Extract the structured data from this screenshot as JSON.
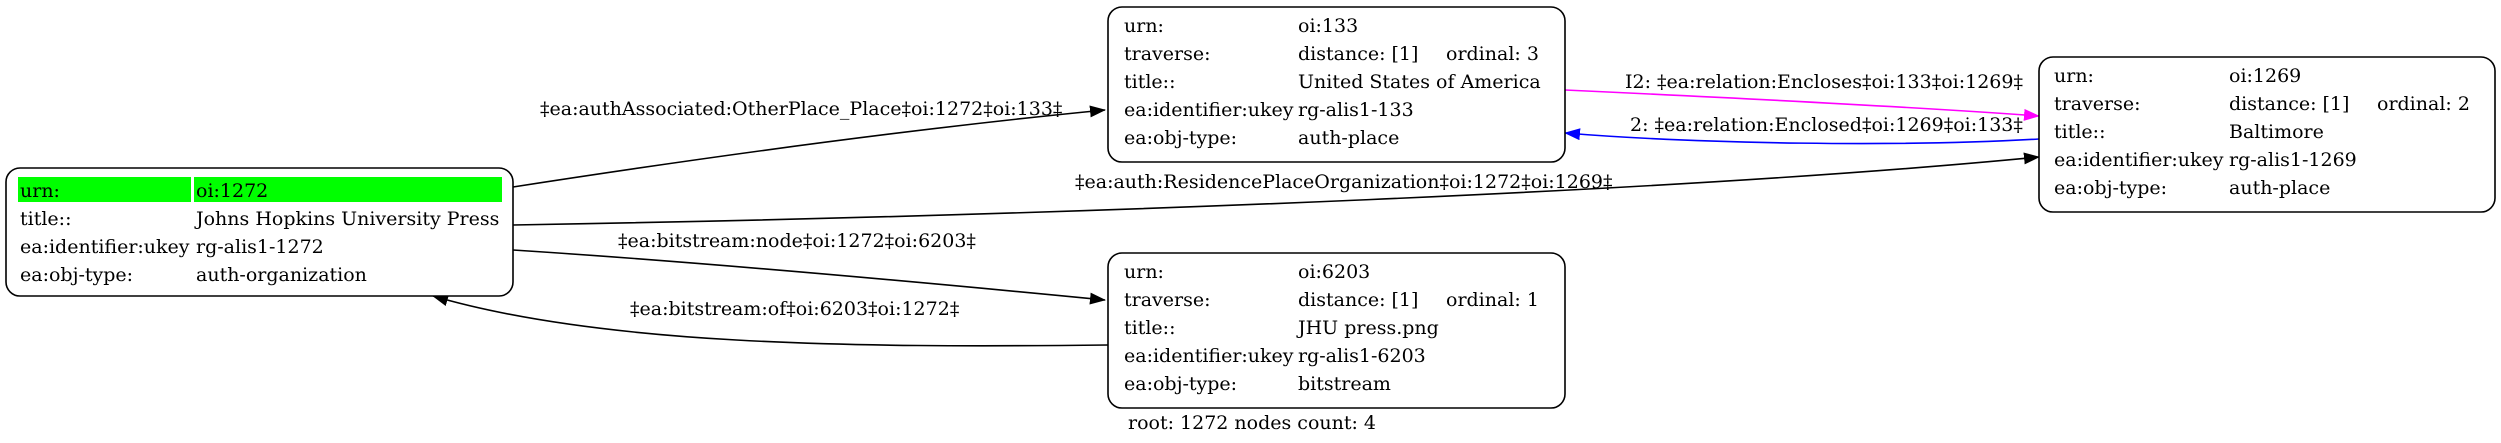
{
  "colors": {
    "highlight": "#00ff00",
    "edge_default": "#000000",
    "edge_magenta": "#ff00ff",
    "edge_blue": "#0000ff"
  },
  "nodes": {
    "n1272": {
      "rows": [
        {
          "key": "urn:",
          "val": "oi:1272",
          "highlight": true
        },
        {
          "key": "title::",
          "val": "Johns Hopkins University Press"
        },
        {
          "key": "ea:identifier:ukey",
          "val": "rg-alis1-1272"
        },
        {
          "key": "ea:obj-type:",
          "val": "auth-organization"
        }
      ]
    },
    "n133": {
      "rows": [
        {
          "key": "urn:",
          "val": "oi:133"
        },
        {
          "key": "traverse:",
          "val": "distance: [1]",
          "extra": "ordinal: 3"
        },
        {
          "key": "title::",
          "val": "United States of America"
        },
        {
          "key": "ea:identifier:ukey",
          "val": "rg-alis1-133"
        },
        {
          "key": "ea:obj-type:",
          "val": "auth-place"
        }
      ]
    },
    "n6203": {
      "rows": [
        {
          "key": "urn:",
          "val": "oi:6203"
        },
        {
          "key": "traverse:",
          "val": "distance: [1]",
          "extra": "ordinal: 1"
        },
        {
          "key": "title::",
          "val": "JHU press.png"
        },
        {
          "key": "ea:identifier:ukey",
          "val": "rg-alis1-6203"
        },
        {
          "key": "ea:obj-type:",
          "val": "bitstream"
        }
      ]
    },
    "n1269": {
      "rows": [
        {
          "key": "urn:",
          "val": "oi:1269"
        },
        {
          "key": "traverse:",
          "val": "distance: [1]",
          "extra": "ordinal: 2"
        },
        {
          "key": "title::",
          "val": "Baltimore"
        },
        {
          "key": "ea:identifier:ukey",
          "val": "rg-alis1-1269"
        },
        {
          "key": "ea:obj-type:",
          "val": "auth-place"
        }
      ]
    }
  },
  "edges": {
    "e1272_133": {
      "label": "‡ea:authAssociated:OtherPlace_Place‡oi:1272‡oi:133‡"
    },
    "e1272_1269": {
      "label": "‡ea:auth:ResidencePlaceOrganization‡oi:1272‡oi:1269‡"
    },
    "e1272_6203": {
      "label": "‡ea:bitstream:node‡oi:1272‡oi:6203‡"
    },
    "e6203_1272": {
      "label": "‡ea:bitstream:of‡oi:6203‡oi:1272‡"
    },
    "e133_1269": {
      "label": "I2: ‡ea:relation:Encloses‡oi:133‡oi:1269‡"
    },
    "e1269_133": {
      "label": "2: ‡ea:relation:Enclosed‡oi:1269‡oi:133‡"
    }
  },
  "footer": "root: 1272 nodes count: 4"
}
